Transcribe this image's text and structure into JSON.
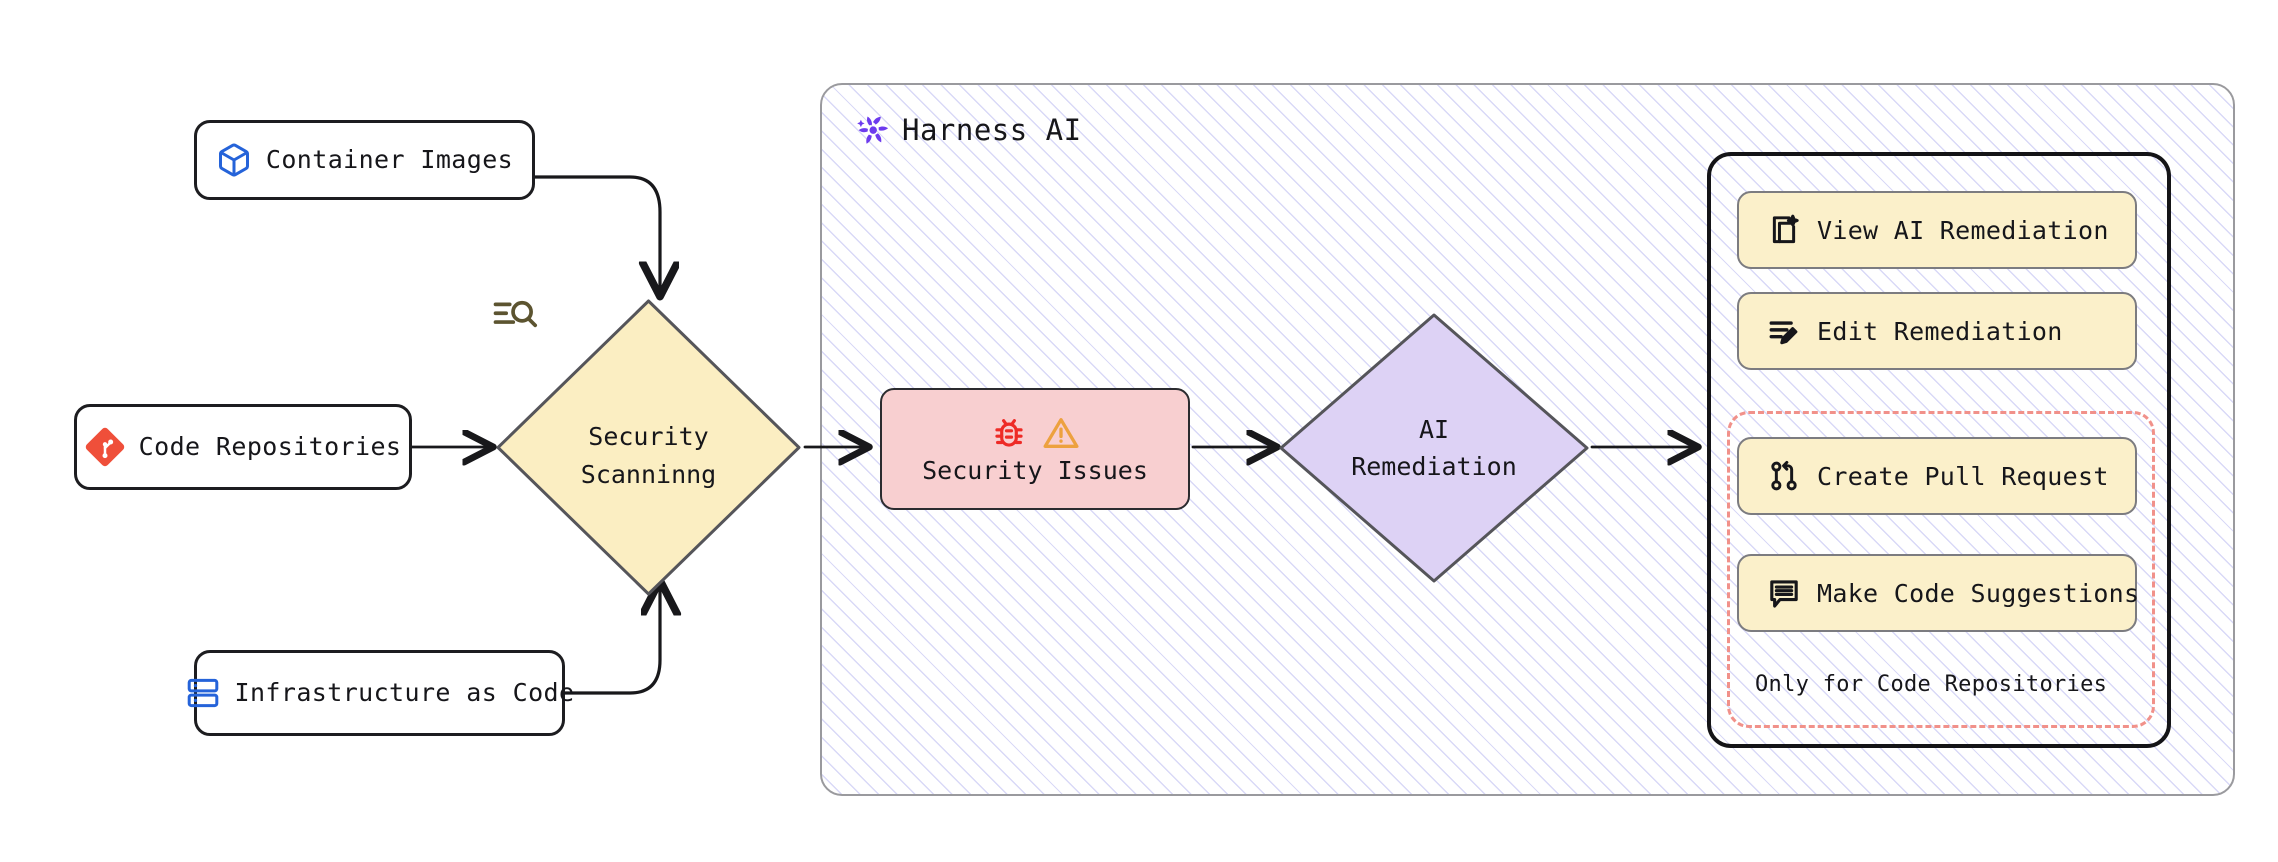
{
  "diagram": {
    "title": "Harness AI security scanning and remediation flow",
    "colors": {
      "frame_border": "#9a9a9e",
      "hatch": "#a0a0eb",
      "node_border": "#1d1d20",
      "scan_fill": "#fbeec2",
      "issues_fill": "#f8cfd0",
      "remediation_fill": "#ddd2f5",
      "action_fill": "#fbf0ca",
      "action_border": "#7c7c80",
      "dashed_border": "#f1918a",
      "git_red": "#ef4f3a",
      "blue": "#2563d9",
      "bug_red": "#ee2b26",
      "warn_orange": "#eda13f",
      "harness_purple": "#6d3bee"
    }
  },
  "inputs": [
    {
      "id": "container-images",
      "label": "Container Images",
      "icon": "cube-icon"
    },
    {
      "id": "code-repositories",
      "label": "Code Repositories",
      "icon": "git-icon"
    },
    {
      "id": "infrastructure-as-code",
      "label": "Infrastructure as Code",
      "icon": "server-stack-icon"
    }
  ],
  "scanning": {
    "label_line1": "Security",
    "label_line2": "Scanninng",
    "icon": "scan-search-icon"
  },
  "harness": {
    "label": "Harness AI",
    "logo_icon": "harness-pinwheel-icon"
  },
  "issues": {
    "label": "Security Issues",
    "icons": [
      "bug-icon",
      "warning-triangle-icon"
    ]
  },
  "remediation": {
    "label_line1": "AI",
    "label_line2": "Remediation"
  },
  "actions": {
    "items": [
      {
        "id": "view-ai-remediation",
        "label": "View AI Remediation",
        "icon": "document-sparkle-icon"
      },
      {
        "id": "edit-remediation",
        "label": "Edit Remediation",
        "icon": "lines-pencil-icon"
      },
      {
        "id": "create-pull-request",
        "label": "Create Pull Request",
        "icon": "pull-request-icon"
      },
      {
        "id": "make-code-suggestions",
        "label": "Make Code Suggestions",
        "icon": "comment-lines-icon"
      }
    ],
    "note": "Only for Code Repositories"
  }
}
